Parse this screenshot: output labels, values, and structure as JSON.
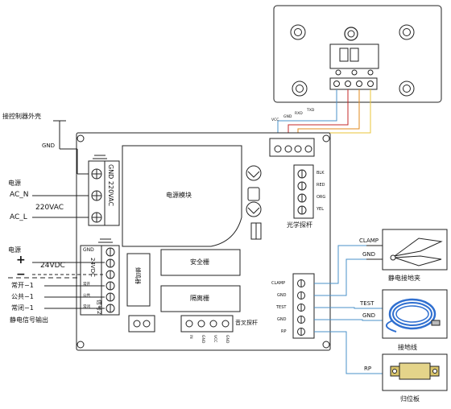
{
  "external": {
    "controller_shell": "接控制器外壳",
    "gnd": "GND",
    "power_title": "电源",
    "ac_n": "AC_N",
    "ac_l": "AC_L",
    "v220": "220VAC",
    "power_title2": "电源",
    "plus": "+",
    "minus": "−",
    "v24": "24VDC",
    "no1": "常开−1",
    "common1": "公共−1",
    "nc1": "常闭−1",
    "static_output": "静电信号输出"
  },
  "board": {
    "terminal_ac": "GND 220VAC",
    "power_module": "电源模块",
    "optical_probe": "光学探杆",
    "blk": "BLK",
    "red": "RED",
    "org": "ORG",
    "yel": "YEL",
    "terminal_dc_gnd": "GND",
    "terminal_dc": "24VDC",
    "signal2": "信号2",
    "small_no": "常开",
    "small_com": "公共",
    "small_nc": "常闭",
    "buzzer": "蜂鸣器",
    "safety_barrier": "安全栅",
    "isolation_barrier": "隔离栅",
    "clamp": "CLAMP",
    "gnd1": "GND",
    "test": "TEST",
    "gnd2": "GND",
    "rp": "RP",
    "tuning_probe": "音叉探杆",
    "bottom_in": "IN",
    "bottom_gnd": "GND",
    "bottom_vcc": "VCC",
    "bottom_gnd2": "GND"
  },
  "sensor": {
    "vcc": "VCC",
    "gnd": "GND",
    "rxd": "RXD",
    "txd": "TXD"
  },
  "right": {
    "clamp": "CLAMP",
    "gnd1": "GND",
    "static_clamp": "静电接地夹",
    "test": "TEST",
    "gnd2": "GND",
    "ground_wire": "接地线",
    "rp": "RP",
    "reset_plate": "归位板"
  },
  "colors": {
    "wire_blue": "#4a90c8",
    "wire_red": "#c62828",
    "wire_orange": "#e08a1e",
    "wire_yellow": "#e8c63a",
    "cable_blue": "#2f6fd0"
  }
}
